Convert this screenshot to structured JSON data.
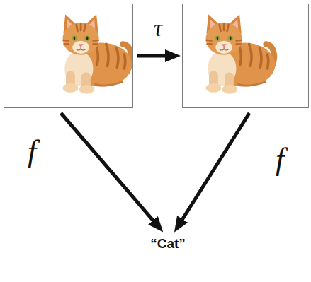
{
  "diagram": {
    "nodes": [
      {
        "text": []
      },
      {
        "text": []
      },
      {
        "text": [
          "“Cat”"
        ]
      }
    ],
    "edges": [
      {
        "from": 0,
        "to": 1,
        "arrow": "to",
        "label": "τ"
      },
      {
        "from": 0,
        "to": 2,
        "arrow": "to",
        "label": "f"
      },
      {
        "from": 1,
        "to": 2,
        "arrow": "to",
        "label": "f"
      }
    ]
  }
}
